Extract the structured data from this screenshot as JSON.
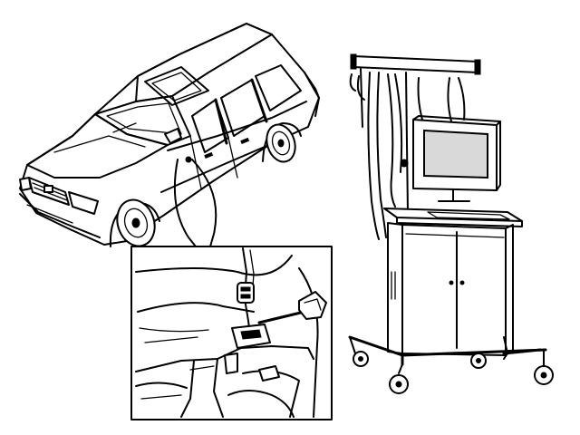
{
  "figure": {
    "subjects": [
      "station-wagon-car",
      "diagnostic-equipment-cart",
      "interior-connector-detail"
    ],
    "colors": {
      "ink": "#000000",
      "paper": "#ffffff",
      "screen": "#d9d9d9"
    }
  }
}
